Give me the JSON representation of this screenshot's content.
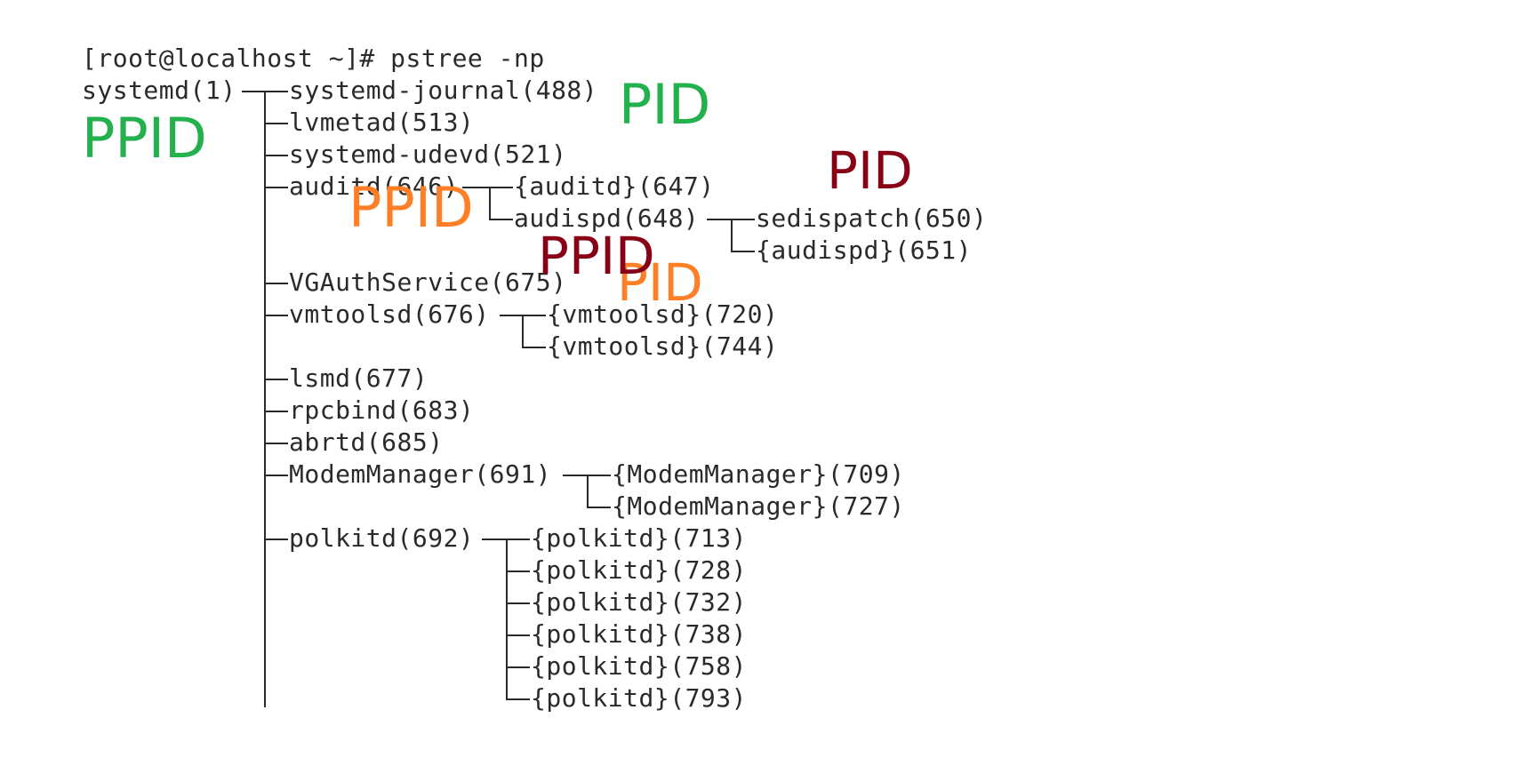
{
  "terminal": {
    "prompt": "[root@localhost ~]# pstree -np"
  },
  "tree": [
    {
      "key": "systemd",
      "label": "systemd(1)"
    },
    {
      "key": "journald",
      "label": "systemd-journal(488)"
    },
    {
      "key": "lvmetad",
      "label": "lvmetad(513)"
    },
    {
      "key": "udevd",
      "label": "systemd-udevd(521)"
    },
    {
      "key": "auditd",
      "label": "auditd(646)"
    },
    {
      "key": "auditd_thread",
      "label": "{auditd}(647)"
    },
    {
      "key": "audispd",
      "label": "audispd(648)"
    },
    {
      "key": "sedispatch",
      "label": "sedispatch(650)"
    },
    {
      "key": "audispd_thread",
      "label": "{audispd}(651)"
    },
    {
      "key": "vgauth",
      "label": "VGAuthService(675)"
    },
    {
      "key": "vmtoolsd",
      "label": "vmtoolsd(676)"
    },
    {
      "key": "vmtoolsd_720",
      "label": "{vmtoolsd}(720)"
    },
    {
      "key": "vmtoolsd_744",
      "label": "{vmtoolsd}(744)"
    },
    {
      "key": "lsmd",
      "label": "lsmd(677)"
    },
    {
      "key": "rpcbind",
      "label": "rpcbind(683)"
    },
    {
      "key": "abrtd",
      "label": "abrtd(685)"
    },
    {
      "key": "modemmanager",
      "label": "ModemManager(691)"
    },
    {
      "key": "modemmanager_709",
      "label": "{ModemManager}(709)"
    },
    {
      "key": "modemmanager_727",
      "label": "{ModemManager}(727)"
    },
    {
      "key": "polkitd",
      "label": "polkitd(692)"
    },
    {
      "key": "polkitd_713",
      "label": "{polkitd}(713)"
    },
    {
      "key": "polkitd_728",
      "label": "{polkitd}(728)"
    },
    {
      "key": "polkitd_732",
      "label": "{polkitd}(732)"
    },
    {
      "key": "polkitd_738",
      "label": "{polkitd}(738)"
    },
    {
      "key": "polkitd_758",
      "label": "{polkitd}(758)"
    },
    {
      "key": "polkitd_793",
      "label": "{polkitd}(793)"
    }
  ],
  "annotations": [
    {
      "text": "PPID",
      "color": "#22b14c"
    },
    {
      "text": "PID",
      "color": "#22b14c"
    },
    {
      "text": "PPID",
      "color": "#ff7f27"
    },
    {
      "text": "PID",
      "color": "#ff7f27"
    },
    {
      "text": "PPID",
      "color": "#880015"
    },
    {
      "text": "PID",
      "color": "#880015"
    }
  ],
  "colors": {
    "background": "#ffffff",
    "terminal_text": "#2a2a2a",
    "green_annotation": "#22b14c",
    "orange_annotation": "#ff7f27",
    "darkred_annotation": "#880015"
  }
}
